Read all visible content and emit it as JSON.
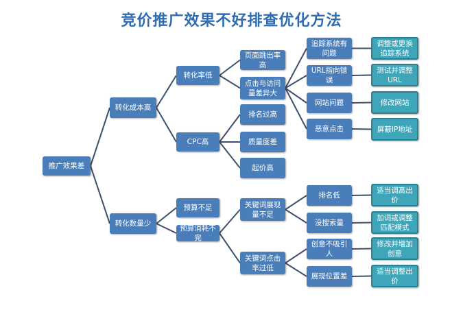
{
  "title": "竞价推广效果不好排查优化方法",
  "nodes": {
    "root": "推广效果差",
    "a1": "转化成本高",
    "a2": "转化数量少",
    "b1": "转化率低",
    "b2": "CPC高",
    "b3": "预算不足",
    "b4": "预算消耗不完",
    "c1": "页面跳出率高",
    "c2": "点击与访问量差异大",
    "c3": "排名过高",
    "c4": "质量度差",
    "c5": "起价高",
    "c6": "关键词展现量不足",
    "c7": "关键词点击率过低",
    "d1": "追踪系统有问题",
    "d2": "URL指向错误",
    "d3": "网站问题",
    "d4": "恶意点击",
    "d5": "排名低",
    "d6": "没搜索量",
    "d7": "创意不吸引人",
    "d8": "展现位置差",
    "e1": "调整或更换追踪系统",
    "e2": "测试并调整URL",
    "e3": "修改网站",
    "e4": "屏蔽IP地址",
    "e5": "适当调高出价",
    "e6": "加词或调整匹配模式",
    "e7": "修改并增加创意",
    "e8": "适当调整出价"
  },
  "colors": {
    "node": "#4a7ebb",
    "solution": "#3fa6b9",
    "line": "#3d4f6e",
    "title": "#2f6db3"
  }
}
